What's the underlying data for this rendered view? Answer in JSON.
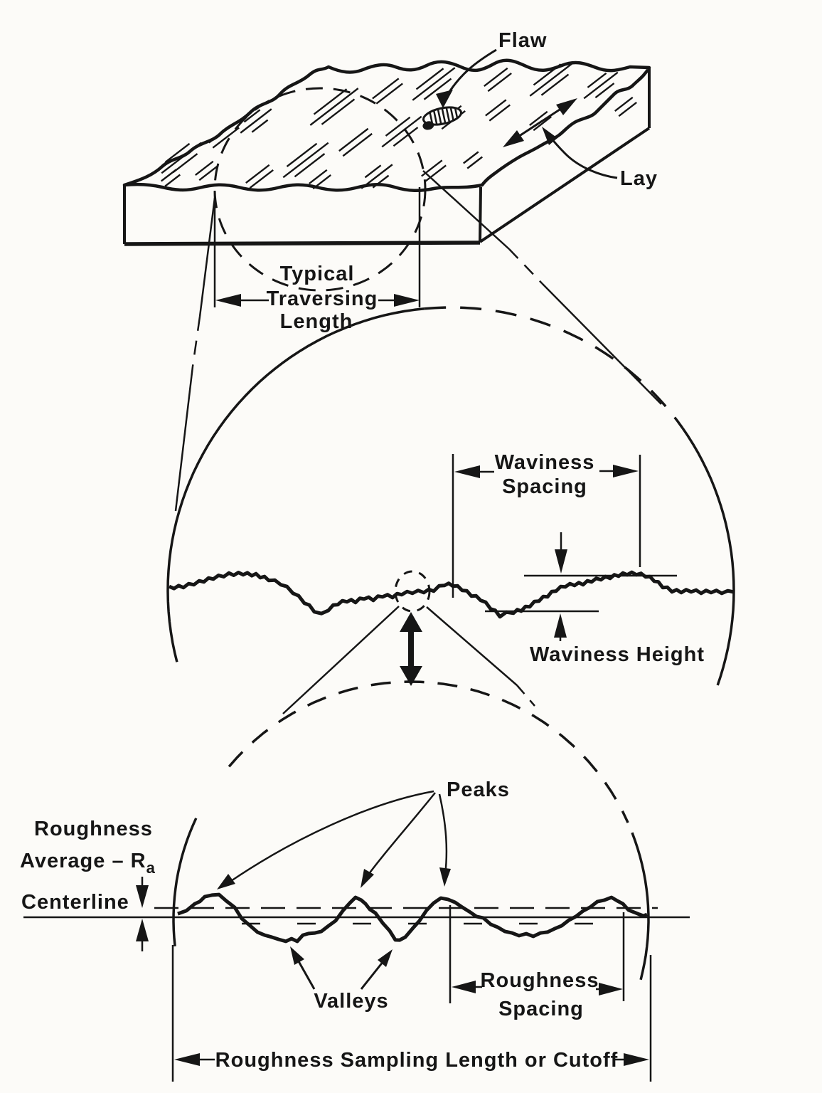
{
  "colors": {
    "ink": "#161616",
    "background": "#fcfbf8"
  },
  "diagram": {
    "type": "surface-texture-terminology-figure",
    "block_view": {
      "flaw_label": "Flaw",
      "lay_label": "Lay",
      "traversing_label": [
        "Typical",
        "Traversing",
        "Length"
      ]
    },
    "waviness_view": {
      "spacing_label": [
        "Waviness",
        "Spacing"
      ],
      "height_label": "Waviness Height"
    },
    "roughness_view": {
      "peaks_label": "Peaks",
      "valleys_label": "Valleys",
      "roughness_average_line1": "Roughness",
      "roughness_average_line2": "Average – R",
      "roughness_average_subscript": "a",
      "centerline_label": "Centerline",
      "spacing_label": [
        "Roughness",
        "Spacing"
      ],
      "sampling_label": "Roughness Sampling Length or Cutoff"
    }
  }
}
